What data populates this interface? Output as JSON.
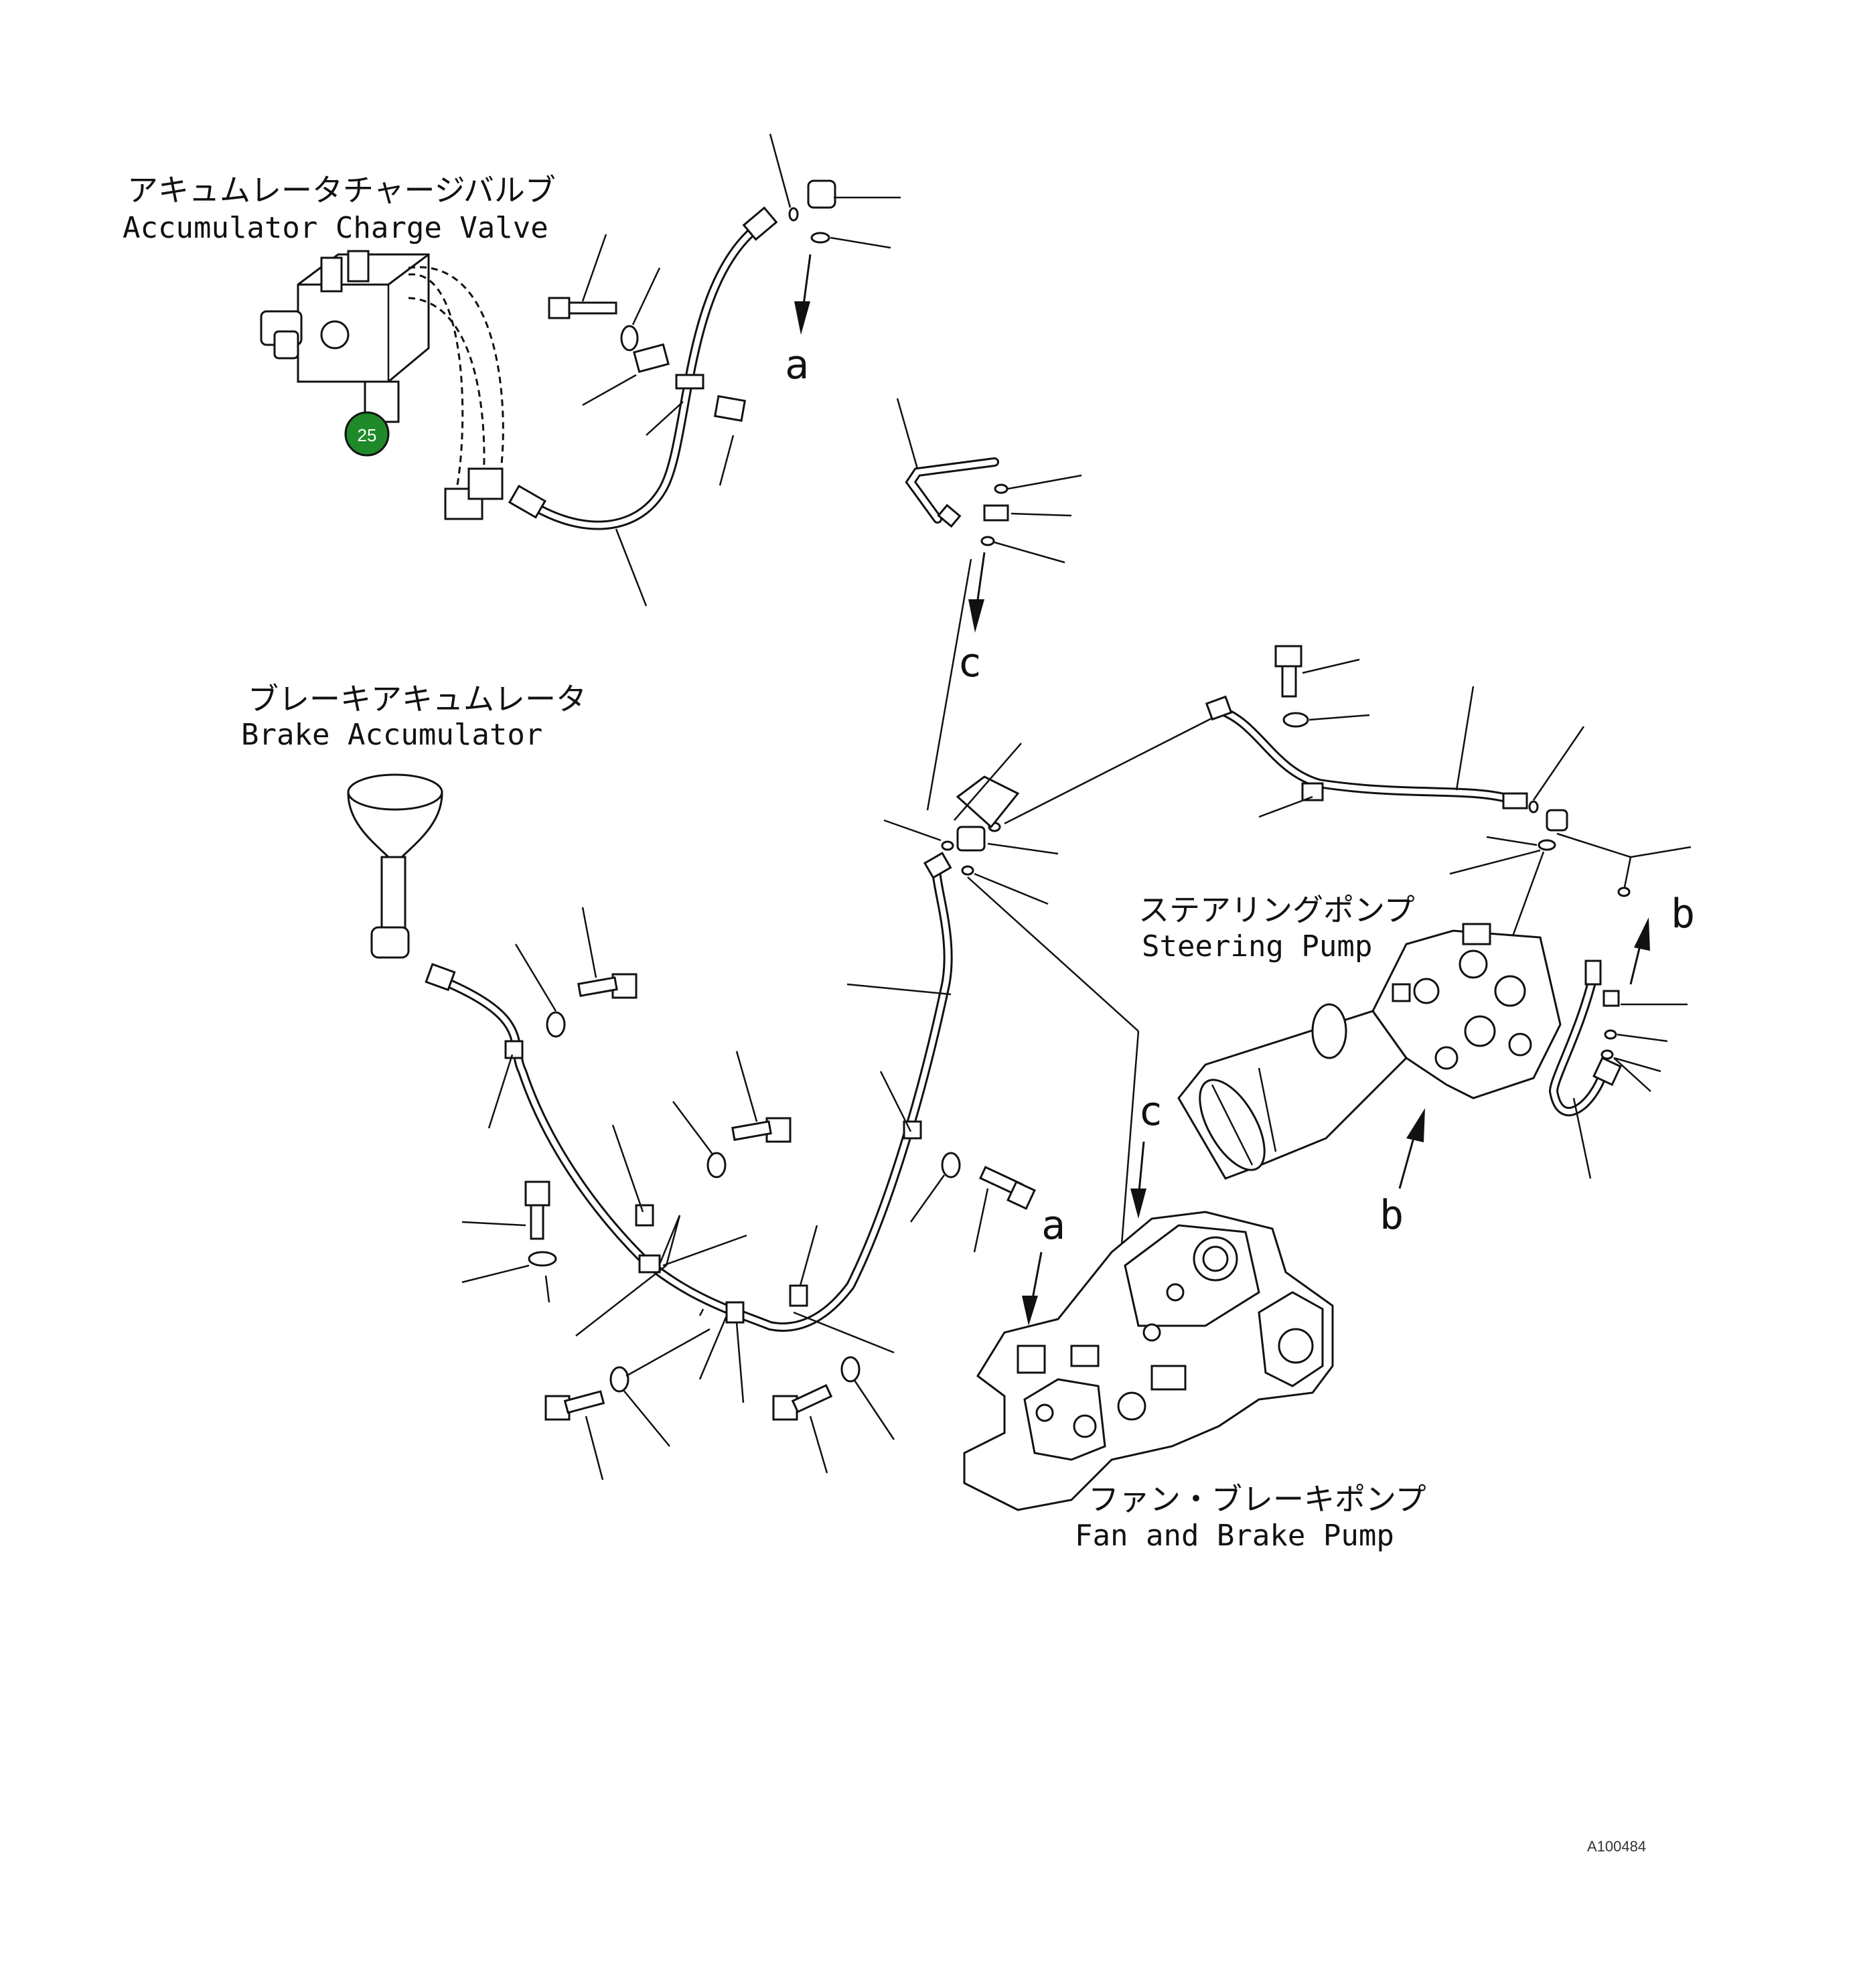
{
  "labels": {
    "accumulator_charge_valve_jp": "アキュムレータチャージバルブ",
    "accumulator_charge_valve_en": "Accumulator Charge Valve",
    "brake_accumulator_jp": "ブレーキアキュムレータ",
    "brake_accumulator_en": "Brake Accumulator",
    "steering_pump_jp": "ステアリングポンプ",
    "steering_pump_en": "Steering Pump",
    "fan_brake_pump_jp": "ファン・ブレーキポンプ",
    "fan_brake_pump_en": "Fan and Brake Pump"
  },
  "callouts": {
    "a_top": "a",
    "a_bottom": "a",
    "c_top": "c",
    "c_bottom": "c",
    "b_right": "b",
    "b_bottom": "b"
  },
  "badge": {
    "number": "25",
    "color": "#1f8a2a"
  },
  "drawing_id": "A100484"
}
